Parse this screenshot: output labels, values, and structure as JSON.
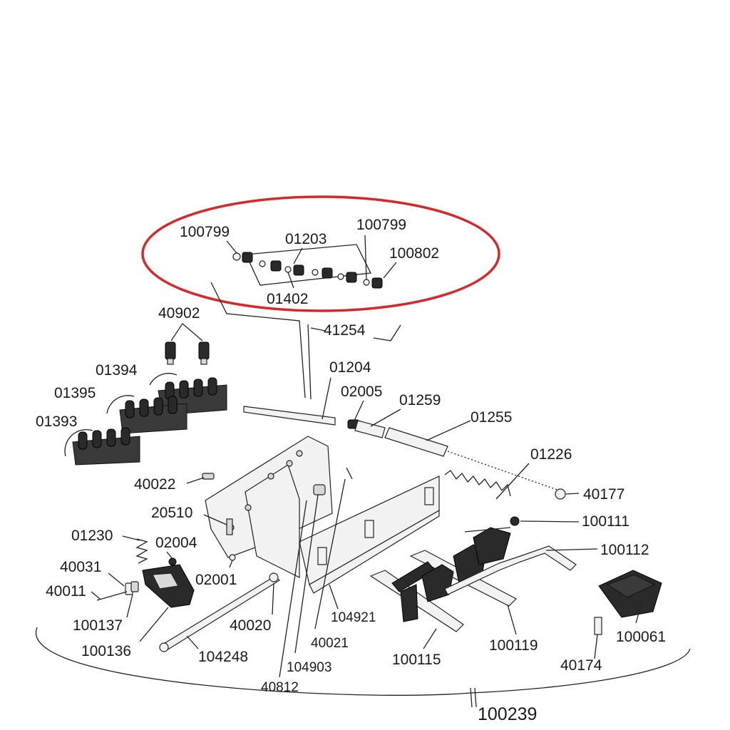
{
  "callout_color": "#d62828",
  "base_label": "100239",
  "labels": {
    "p100799a": "100799",
    "p01203": "01203",
    "p100799b": "100799",
    "p100802": "100802",
    "p01402": "01402",
    "p40902": "40902",
    "p41254": "41254",
    "p01394": "01394",
    "p01204": "01204",
    "p01395": "01395",
    "p02005": "02005",
    "p01259": "01259",
    "p01393": "01393",
    "p01255": "01255",
    "p01226": "01226",
    "p40022": "40022",
    "p40177": "40177",
    "p20510": "20510",
    "p100111": "100111",
    "p01230": "01230",
    "p02004": "02004",
    "p100112": "100112",
    "p40031": "40031",
    "p02001": "02001",
    "p40011": "40011",
    "p104921": "104921",
    "p100137": "100137",
    "p40020": "40020",
    "p100061": "100061",
    "p40021": "40021",
    "p100119": "100119",
    "p100136": "100136",
    "p104248": "104248",
    "p100115": "100115",
    "p40174": "40174",
    "p104903": "104903",
    "p40812": "40812"
  }
}
